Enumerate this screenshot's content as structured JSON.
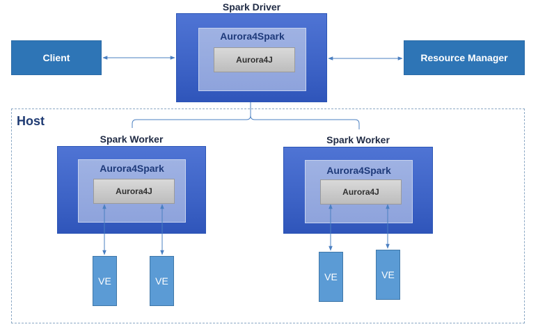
{
  "driver": {
    "title": "Spark Driver",
    "middle": "Aurora4Spark",
    "inner": "Aurora4J"
  },
  "client": {
    "label": "Client"
  },
  "resource_manager": {
    "label": "Resource Manager"
  },
  "host": {
    "label": "Host"
  },
  "workers": [
    {
      "title": "Spark Worker",
      "middle": "Aurora4Spark",
      "inner": "Aurora4J",
      "ves": [
        "VE",
        "VE"
      ]
    },
    {
      "title": "Spark Worker",
      "middle": "Aurora4Spark",
      "inner": "Aurora4J",
      "ves": [
        "VE",
        "VE"
      ]
    }
  ],
  "colors": {
    "plain_box": "#2e75b6",
    "outer_box": "#3d63c6",
    "middle_box": "#8ea3dc",
    "inner_box": "#bfbfbf",
    "ve_box": "#5b9bd5",
    "connector": "#4a7fc1"
  }
}
